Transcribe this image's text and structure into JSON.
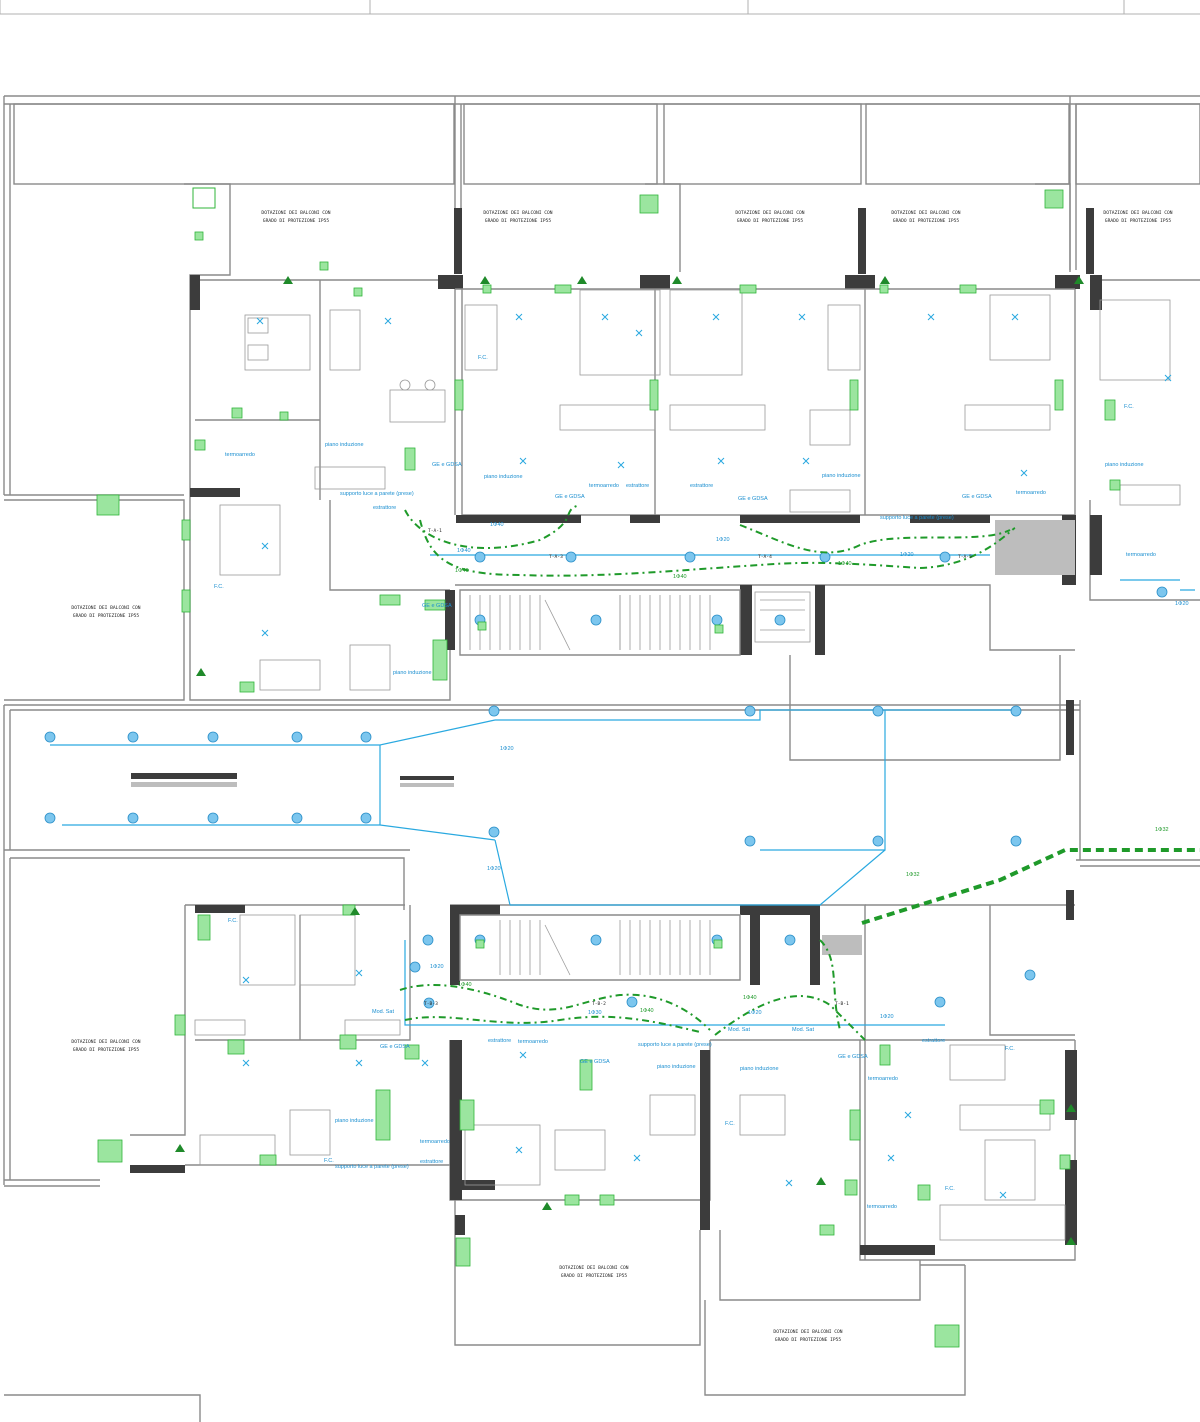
{
  "balcony_label": {
    "line1": "DOTAZIONI DEI BALCONI CON",
    "line2": "GRADO DI PROTEZIONE IP55"
  },
  "circuit_labels": {
    "c1": "1Φ20",
    "c2": "1Φ40",
    "c3": "1Φ32",
    "c4": "1Φ30"
  },
  "fixture_labels": {
    "ge_gdsa": "GE e GDSA",
    "piano_induzione": "piano induzione",
    "estrattore": "estrattore",
    "termoarredo": "termoarredo",
    "fc": "F.C.",
    "mod_sat": "Mod. Sat",
    "supporto": "supporto luce a parete (prese)"
  },
  "panel_tags": {
    "ta1": "T-A-1",
    "ta3": "T-A-3",
    "ta4": "T-A-4",
    "ta5": "T-A-5",
    "tb1": "T-B-1",
    "tb2": "T-B-2",
    "tb3": "T-B-3"
  },
  "colors": {
    "lighting": "#2aa9e0",
    "power_line": "#1f9a2a",
    "device_box": "#2fb43a",
    "walls": "#8a8a8a"
  }
}
